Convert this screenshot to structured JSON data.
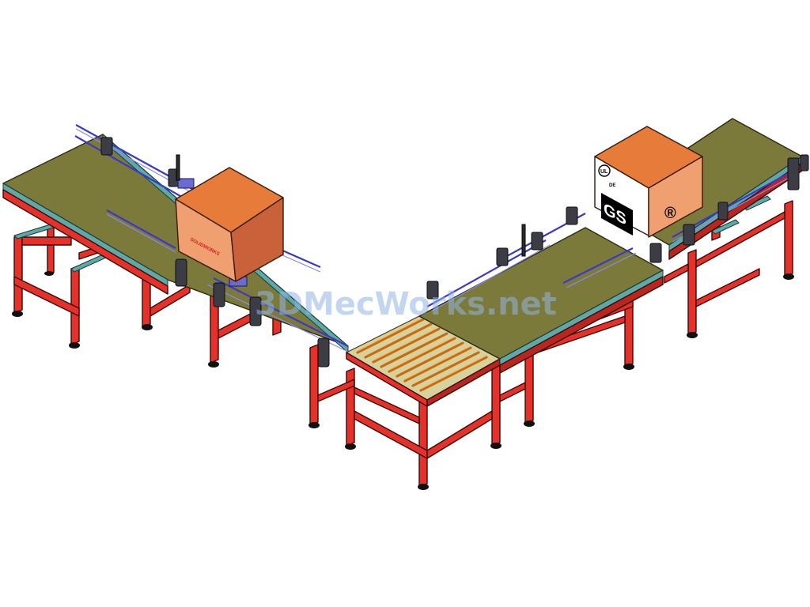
{
  "watermark": "3DMecWorks.net",
  "box_left": {
    "label_brand": "SOLIDWORKS"
  },
  "box_right": {
    "mark_ul": "UL",
    "mark_de": "DE",
    "mark_gs": "GS",
    "mark_registered": "®"
  },
  "colors": {
    "frame": "#e4322b",
    "belt": "#7c7a3a",
    "box": "#e77b3a",
    "rollers": "#c86a10",
    "guide_rails": "#3a3ac8"
  }
}
